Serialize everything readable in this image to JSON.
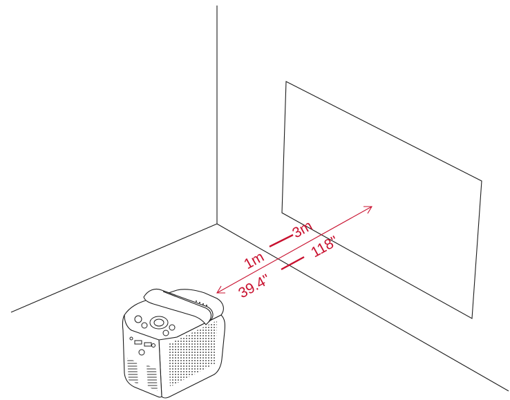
{
  "colors": {
    "accent": "#c8102e",
    "line": "#1a1a1a"
  },
  "distance": {
    "min_metric": "1m",
    "max_metric": "3m",
    "min_imperial": "39.4\"",
    "max_imperial": "118\""
  }
}
